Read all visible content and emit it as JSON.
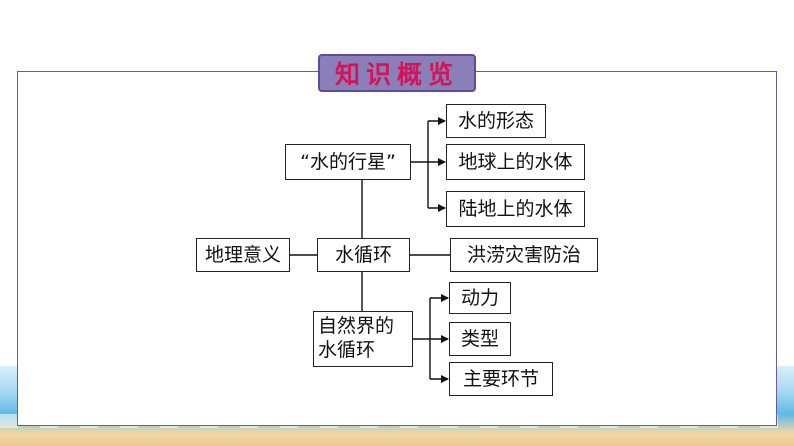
{
  "title": "知识概览",
  "nodes": {
    "planet": "“水的行星”",
    "forms": "水的形态",
    "earth_water": "地球上的水体",
    "land_water": "陆地上的水体",
    "geo_meaning": "地理意义",
    "cycle": "水循环",
    "flood": "洪涝灾害防治",
    "natural_cycle": "自然界的水循环",
    "power": "动力",
    "type": "类型",
    "links": "主要环节"
  },
  "colors": {
    "title_text": "#d4145a",
    "title_badge": "#8a7fb8",
    "frame_border": "#6a5aa8"
  }
}
